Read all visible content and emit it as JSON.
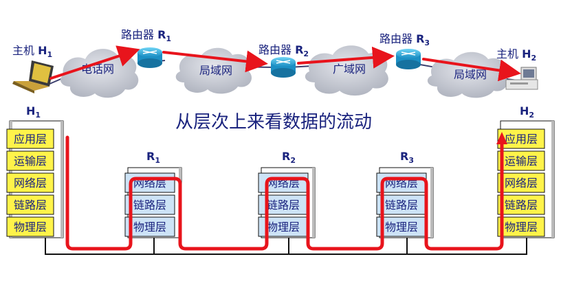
{
  "top_labels": {
    "h1_prefix": "主机 ",
    "h1_name": "H",
    "h1_sub": "1",
    "r1_prefix": "路由器 ",
    "r1_name": "R",
    "r1_sub": "1",
    "r2_prefix": "路由器 ",
    "r2_name": "R",
    "r2_sub": "2",
    "r3_prefix": "路由器 ",
    "r3_name": "R",
    "r3_sub": "3",
    "h2_prefix": "主机 ",
    "h2_name": "H",
    "h2_sub": "2"
  },
  "clouds": {
    "c1": "电话网",
    "c2": "局域网",
    "c3": "广域网",
    "c4": "局域网"
  },
  "title": "从层次上来看数据的流动",
  "stack_labels": {
    "h1_name": "H",
    "h1_sub": "1",
    "r1_name": "R",
    "r1_sub": "1",
    "r2_name": "R",
    "r2_sub": "2",
    "r3_name": "R",
    "r3_sub": "3",
    "h2_name": "H",
    "h2_sub": "2"
  },
  "host_layers": [
    "应用层",
    "运输层",
    "网络层",
    "链路层",
    "物理层"
  ],
  "router_layers": [
    "网络层",
    "链路层",
    "物理层"
  ],
  "colors": {
    "host_layer_fill": "#fff34a",
    "router_layer_fill": "#cde3f6",
    "flow_line": "#e8141c",
    "cloud_fill": "#c8cbd3",
    "text": "#1a237e"
  }
}
